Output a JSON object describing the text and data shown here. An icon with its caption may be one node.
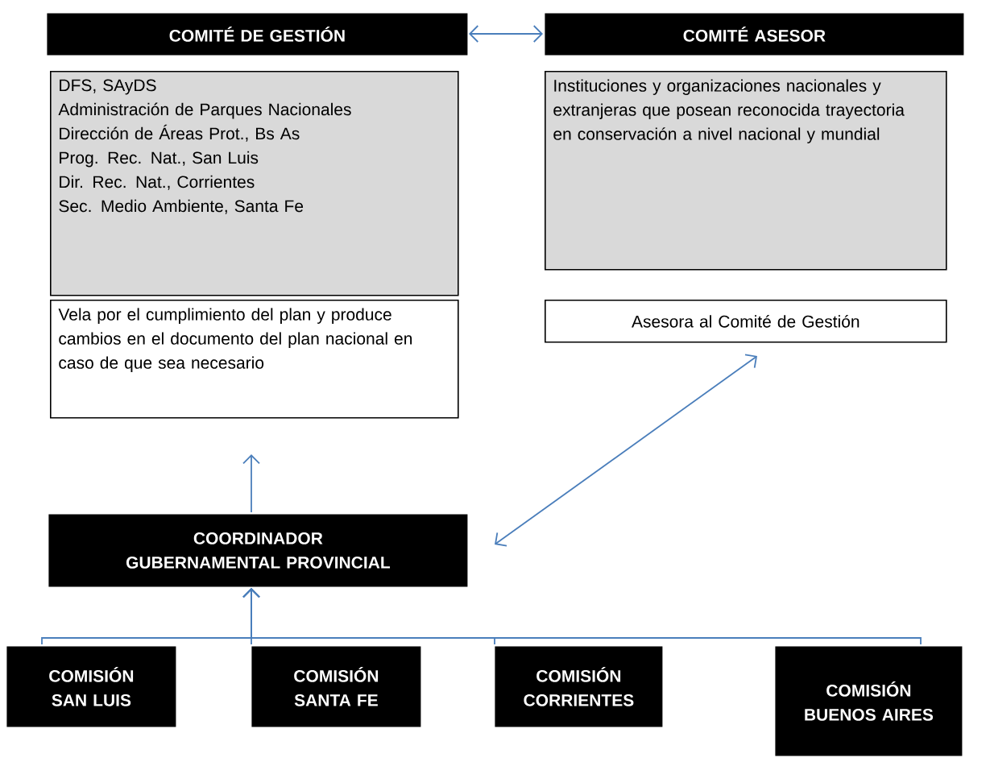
{
  "diagram": {
    "nodes": [
      {
        "text": [
          "COMITÉ DE GESTIÓN"
        ]
      },
      {
        "text": [
          "COMITÉ ASESOR"
        ]
      },
      {
        "text": [
          "DFS, SAyDS",
          "Administración de Parques Nacionales",
          "Dirección de Áreas Prot., Bs As",
          "Prog. Rec. Nat., San Luis",
          "Dir. Rec. Nat., Corrientes",
          "Sec. Medio Ambiente, Santa Fe"
        ]
      },
      {
        "text": [
          "Instituciones y organizaciones nacionales y extranjeras que posean reconocida trayectoria en conservación a nivel nacional y mundial"
        ]
      },
      {
        "text": [
          "Vela por el cumplimiento del plan y produce cambios en el documento del plan nacional en caso de que sea necesario"
        ]
      },
      {
        "text": [
          "Asesora al Comité de Gestión"
        ]
      },
      {
        "text": [
          "COORDINADOR GUBERNAMENTAL PROVINCIAL"
        ]
      },
      {
        "text": [
          "COMISIÓN SAN LUIS"
        ]
      },
      {
        "text": [
          "COMISIÓN SANTA FE"
        ]
      },
      {
        "text": [
          "COMISIÓN CORRIENTES"
        ]
      },
      {
        "text": [
          "COMISIÓN BUENOS AIRES"
        ]
      }
    ],
    "edges": [
      {
        "from": 0,
        "to": 1,
        "arrow": "both"
      },
      {
        "from": 6,
        "to": 4,
        "arrow": "to"
      },
      {
        "from": 6,
        "to": 5,
        "arrow": "both"
      },
      {
        "from": 7,
        "to": 6,
        "arrow": "to"
      },
      {
        "from": 8,
        "to": 6,
        "arrow": "to"
      },
      {
        "from": 9,
        "to": 6,
        "arrow": "to"
      },
      {
        "from": 10,
        "to": 6,
        "arrow": "to"
      }
    ]
  }
}
